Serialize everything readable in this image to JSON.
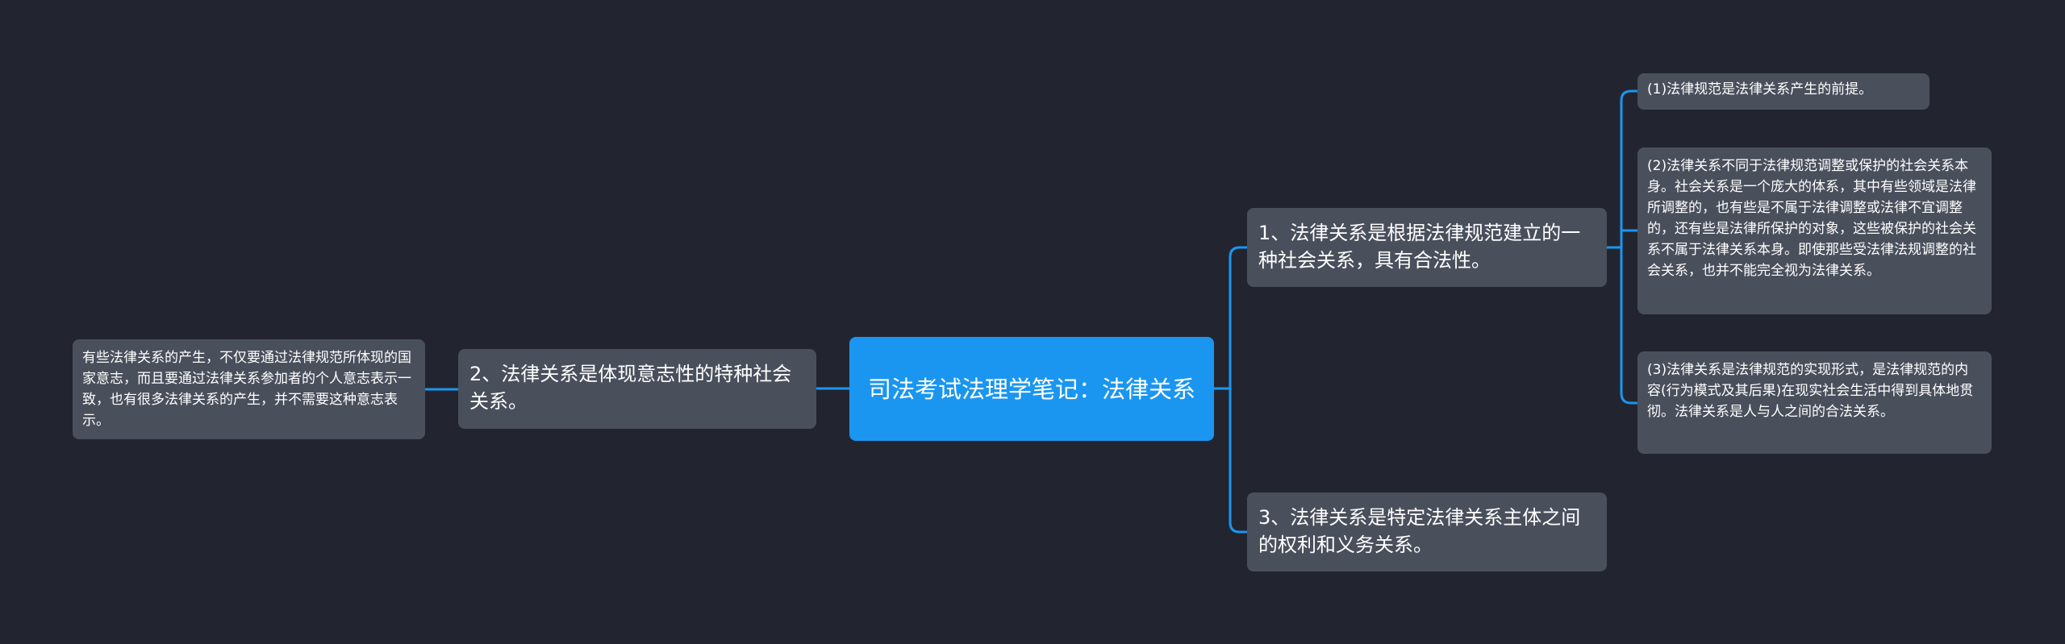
{
  "root": {
    "title": "司法考试法理学笔记：法律关系"
  },
  "branches": [
    {
      "label": "1、法律关系是根据法律规范建立的一种社会关系，具有合法性。",
      "children": [
        "(1)法律规范是法律关系产生的前提。",
        "(2)法律关系不同于法律规范调整或保护的社会关系本身。社会关系是一个庞大的体系，其中有些领域是法律所调整的，也有些是不属于法律调整或法律不宜调整的，还有些是法律所保护的对象，这些被保护的社会关系不属于法律关系本身。即使那些受法律法规调整的社会关系，也并不能完全视为法律关系。",
        "(3)法律关系是法律规范的实现形式，是法律规范的内容(行为模式及其后果)在现实社会生活中得到具体地贯彻。法律关系是人与人之间的合法关系。"
      ]
    },
    {
      "label": "2、法律关系是体现意志性的特种社会关系。",
      "children": [
        "有些法律关系的产生，不仅要通过法律规范所体现的国家意志，而且要通过法律关系参加者的个人意志表示一致，也有很多法律关系的产生，并不需要这种意志表示。"
      ]
    },
    {
      "label": "3、法律关系是特定法律关系主体之间的权利和义务关系。",
      "children": []
    }
  ],
  "colors": {
    "background": "#22252f",
    "node": "#4a4f5c",
    "root": "#1a96f0",
    "connector": "#1a96f0"
  }
}
